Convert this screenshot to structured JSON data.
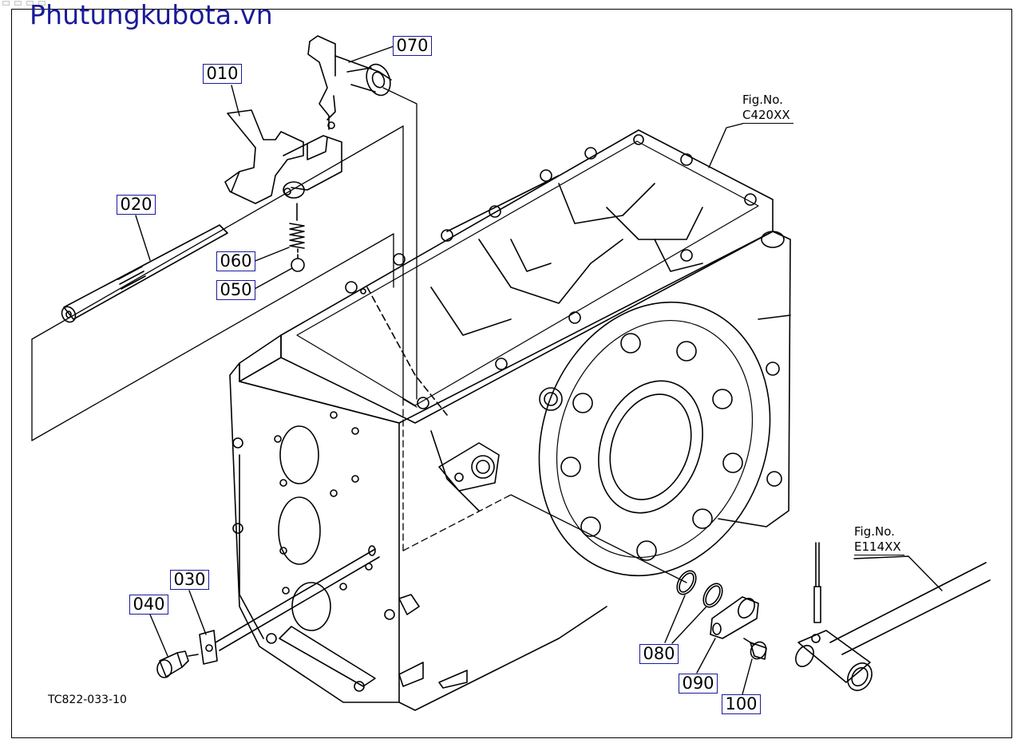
{
  "watermark": "Phutungkubota.vn",
  "callouts": {
    "c010": "010",
    "c020": "020",
    "c030": "030",
    "c040": "040",
    "c050": "050",
    "c060": "060",
    "c070": "070",
    "c080": "080",
    "c090": "090",
    "c100": "100"
  },
  "figure_refs": {
    "top_label": "Fig.No.",
    "top_code": "C420XX",
    "right_label": "Fig.No.",
    "right_code": "E114XX"
  },
  "drawing_code": "TC822-033-10",
  "colors": {
    "watermark": "#1a1a9a",
    "callout_border": "#1a1a9a",
    "line": "#000000"
  }
}
